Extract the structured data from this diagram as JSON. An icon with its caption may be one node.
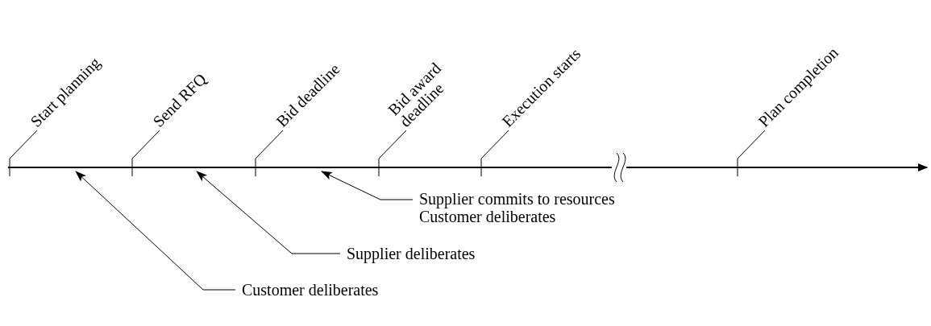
{
  "diagram": {
    "nodes": [
      {
        "text": [
          "Start planning"
        ]
      },
      {
        "text": [
          "Send RFQ"
        ]
      },
      {
        "text": [
          "Bid deadline"
        ]
      },
      {
        "text": [
          "Bid award deadline"
        ]
      },
      {
        "text": [
          "Execution starts"
        ]
      },
      {
        "text": [
          "Plan completion"
        ]
      },
      {
        "text": [
          "Supplier commits to resources",
          "Customer deliberates"
        ]
      },
      {
        "text": [
          "Supplier deliberates"
        ]
      },
      {
        "text": [
          "Customer deliberates"
        ]
      }
    ],
    "edges": [
      {
        "from": 0,
        "to": null,
        "arrow": "none"
      },
      {
        "from": 1,
        "to": null,
        "arrow": "none"
      },
      {
        "from": 2,
        "to": null,
        "arrow": "none"
      },
      {
        "from": 3,
        "to": null,
        "arrow": "none"
      },
      {
        "from": 4,
        "to": null,
        "arrow": "none"
      },
      {
        "from": 5,
        "to": null,
        "arrow": "none"
      },
      {
        "from": 6,
        "to": null,
        "arrow": "to"
      },
      {
        "from": 7,
        "to": null,
        "arrow": "to"
      },
      {
        "from": 8,
        "to": null,
        "arrow": "to"
      }
    ]
  }
}
